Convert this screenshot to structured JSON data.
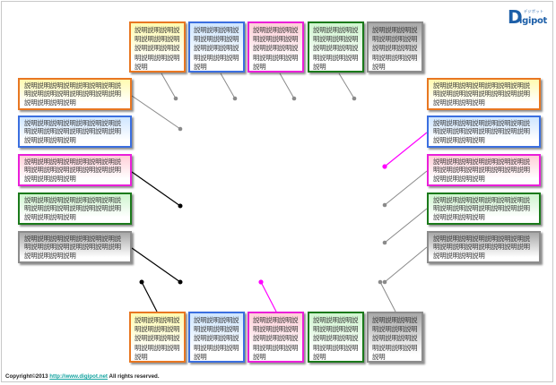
{
  "logo": {
    "brand": "Digipot",
    "big_letter": "D",
    "rest": "igipot",
    "kana": "デジポット"
  },
  "footer": {
    "copyright": "Copyright©2013 ",
    "link": "http://www.digipot.net",
    "rights": " All rights reserved."
  },
  "colors": {
    "orange": "#e87722",
    "blue": "#3b6fe0",
    "pink": "#ea1fd9",
    "green": "#1b7a1b",
    "gray": "#8c8c8c",
    "line_gray": "#888888",
    "line_black": "#000000",
    "line_pink": "#ff00ff"
  },
  "top_boxes": [
    {
      "color": "orange",
      "text": "説明説明説明説明説明説明説明説明説明説明説明説明説明説明説明"
    },
    {
      "color": "blue",
      "text": "説明説明説明説明説明説明説明説明説明説明説明説明説明説明説明"
    },
    {
      "color": "pink",
      "text": "説明説明説明説明説明説明説明説明説明説明説明説明説明説明説明"
    },
    {
      "color": "green",
      "text": "説明説明説明説明説明説明説明説明説明説明説明説明説明説明説明"
    },
    {
      "color": "gray",
      "text": "説明説明説明説明説明説明説明説明説明説明説明説明説明説明説明"
    }
  ],
  "bottom_boxes": [
    {
      "color": "orange",
      "text": "説明説明説明説明説明説明説明説明説明説明説明説明説明説明説明"
    },
    {
      "color": "blue",
      "text": "説明説明説明説明説明説明説明説明説明説明説明説明説明説明説明"
    },
    {
      "color": "pink",
      "text": "説明説明説明説明説明説明説明説明説明説明説明説明説明説明説明"
    },
    {
      "color": "green",
      "text": "説明説明説明説明説明説明説明説明説明説明説明説明説明説明説明"
    },
    {
      "color": "gray",
      "text": "説明説明説明説明説明説明説明説明説明説明説明説明説明説明説明"
    }
  ],
  "left_boxes": [
    {
      "color": "orange",
      "text": "説明説明説明説明説明説明説明説明説明説明説明説明説明説明説明説明説明説明説明"
    },
    {
      "color": "blue",
      "text": "説明説明説明説明説明説明説明説明説明説明説明説明説明説明説明説明説明説明説明"
    },
    {
      "color": "pink",
      "text": "説明説明説明説明説明説明説明説明説明説明説明説明説明説明説明説明説明説明説明"
    },
    {
      "color": "green",
      "text": "説明説明説明説明説明説明説明説明説明説明説明説明説明説明説明説明説明説明説明"
    },
    {
      "color": "gray",
      "text": "説明説明説明説明説明説明説明説明説明説明説明説明説明説明説明説明説明説明説明"
    }
  ],
  "right_boxes": [
    {
      "color": "orange",
      "text": "説明説明説明説明説明説明説明説明説明説明説明説明説明説明説明説明説明説明説明"
    },
    {
      "color": "blue",
      "text": "説明説明説明説明説明説明説明説明説明説明説明説明説明説明説明説明説明説明説明"
    },
    {
      "color": "pink",
      "text": "説明説明説明説明説明説明説明説明説明説明説明説明説明説明説明説明説明説明説明"
    },
    {
      "color": "green",
      "text": "説明説明説明説明説明説明説明説明説明説明説明説明説明説明説明説明説明説明説明"
    },
    {
      "color": "gray",
      "text": "説明説明説明説明説明説明説明説明説明説明説明説明説明説明説明説明説明説明説明"
    }
  ],
  "connectors": [
    {
      "from": "top-orange",
      "color": "line_gray"
    },
    {
      "from": "top-blue",
      "color": "line_gray"
    },
    {
      "from": "top-pink",
      "color": "line_gray"
    },
    {
      "from": "top-green",
      "color": "line_gray"
    },
    {
      "from": "left-orange",
      "color": "line_gray"
    },
    {
      "from": "left-pink",
      "color": "line_black"
    },
    {
      "from": "left-gray",
      "color": "line_black"
    },
    {
      "from": "right-blue",
      "color": "line_pink"
    },
    {
      "from": "right-pink",
      "color": "line_gray"
    },
    {
      "from": "right-green",
      "color": "line_gray"
    },
    {
      "from": "right-gray",
      "color": "line_gray"
    },
    {
      "from": "bottom-orange",
      "color": "line_black"
    },
    {
      "from": "bottom-pink",
      "color": "line_pink"
    },
    {
      "from": "bottom-gray",
      "color": "line_gray"
    }
  ]
}
